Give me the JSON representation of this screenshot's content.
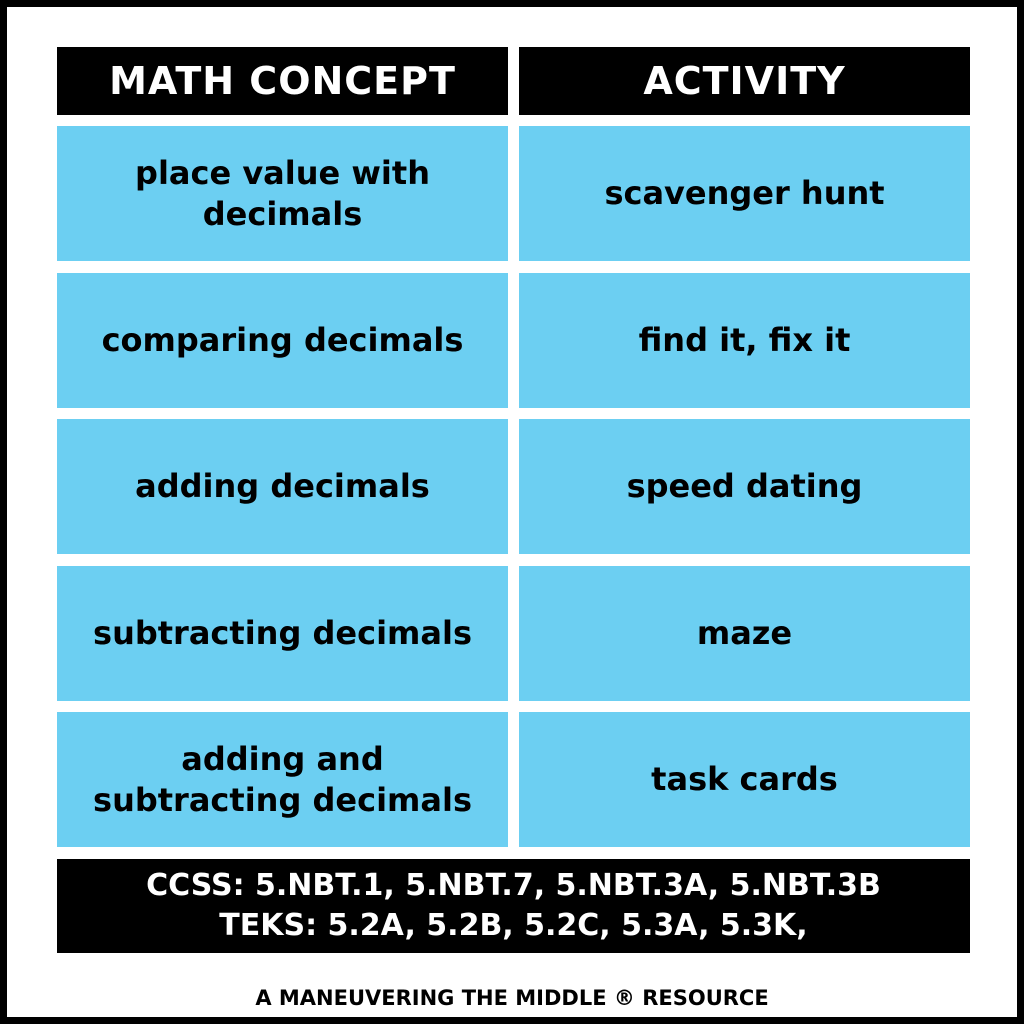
{
  "headers": {
    "concept": "MATH CONCEPT",
    "activity": "ACTIVITY"
  },
  "rows": [
    {
      "concept": "place value with decimals",
      "activity": "scavenger hunt"
    },
    {
      "concept": "comparing decimals",
      "activity": "find it, fix it"
    },
    {
      "concept": "adding decimals",
      "activity": "speed dating"
    },
    {
      "concept": "subtracting decimals",
      "activity": "maze"
    },
    {
      "concept": "adding and subtracting decimals",
      "activity": "task cards"
    }
  ],
  "standards": {
    "ccss": "CCSS: 5.NBT.1, 5.NBT.7, 5.NBT.3A, 5.NBT.3B",
    "teks": "TEKS: 5.2A, 5.2B, 5.2C, 5.3A, 5.3K,"
  },
  "credit": "A MANEUVERING THE MIDDLE ® RESOURCE",
  "colors": {
    "cell_blue": "#6ccff2",
    "header_black": "#000000"
  }
}
